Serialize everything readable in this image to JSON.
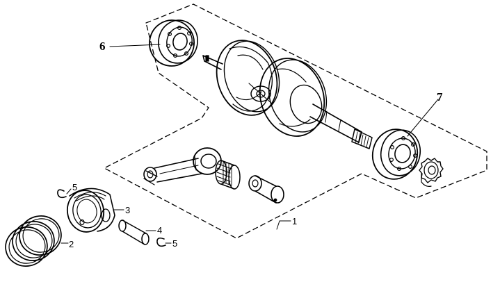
{
  "callouts": {
    "c1": "1",
    "c2": "2",
    "c3": "3",
    "c4": "4",
    "c5a": "5",
    "c5b": "5",
    "c6": "6",
    "c7": "7"
  },
  "colors": {
    "line": "#000000",
    "background": "#ffffff"
  },
  "parts": [
    "bearing-6",
    "crankshaft",
    "bearing-7",
    "drive-sprocket",
    "connecting-rod",
    "needle-bearing",
    "crank-pin",
    "piston",
    "piston-rings",
    "piston-pin",
    "circlips"
  ]
}
